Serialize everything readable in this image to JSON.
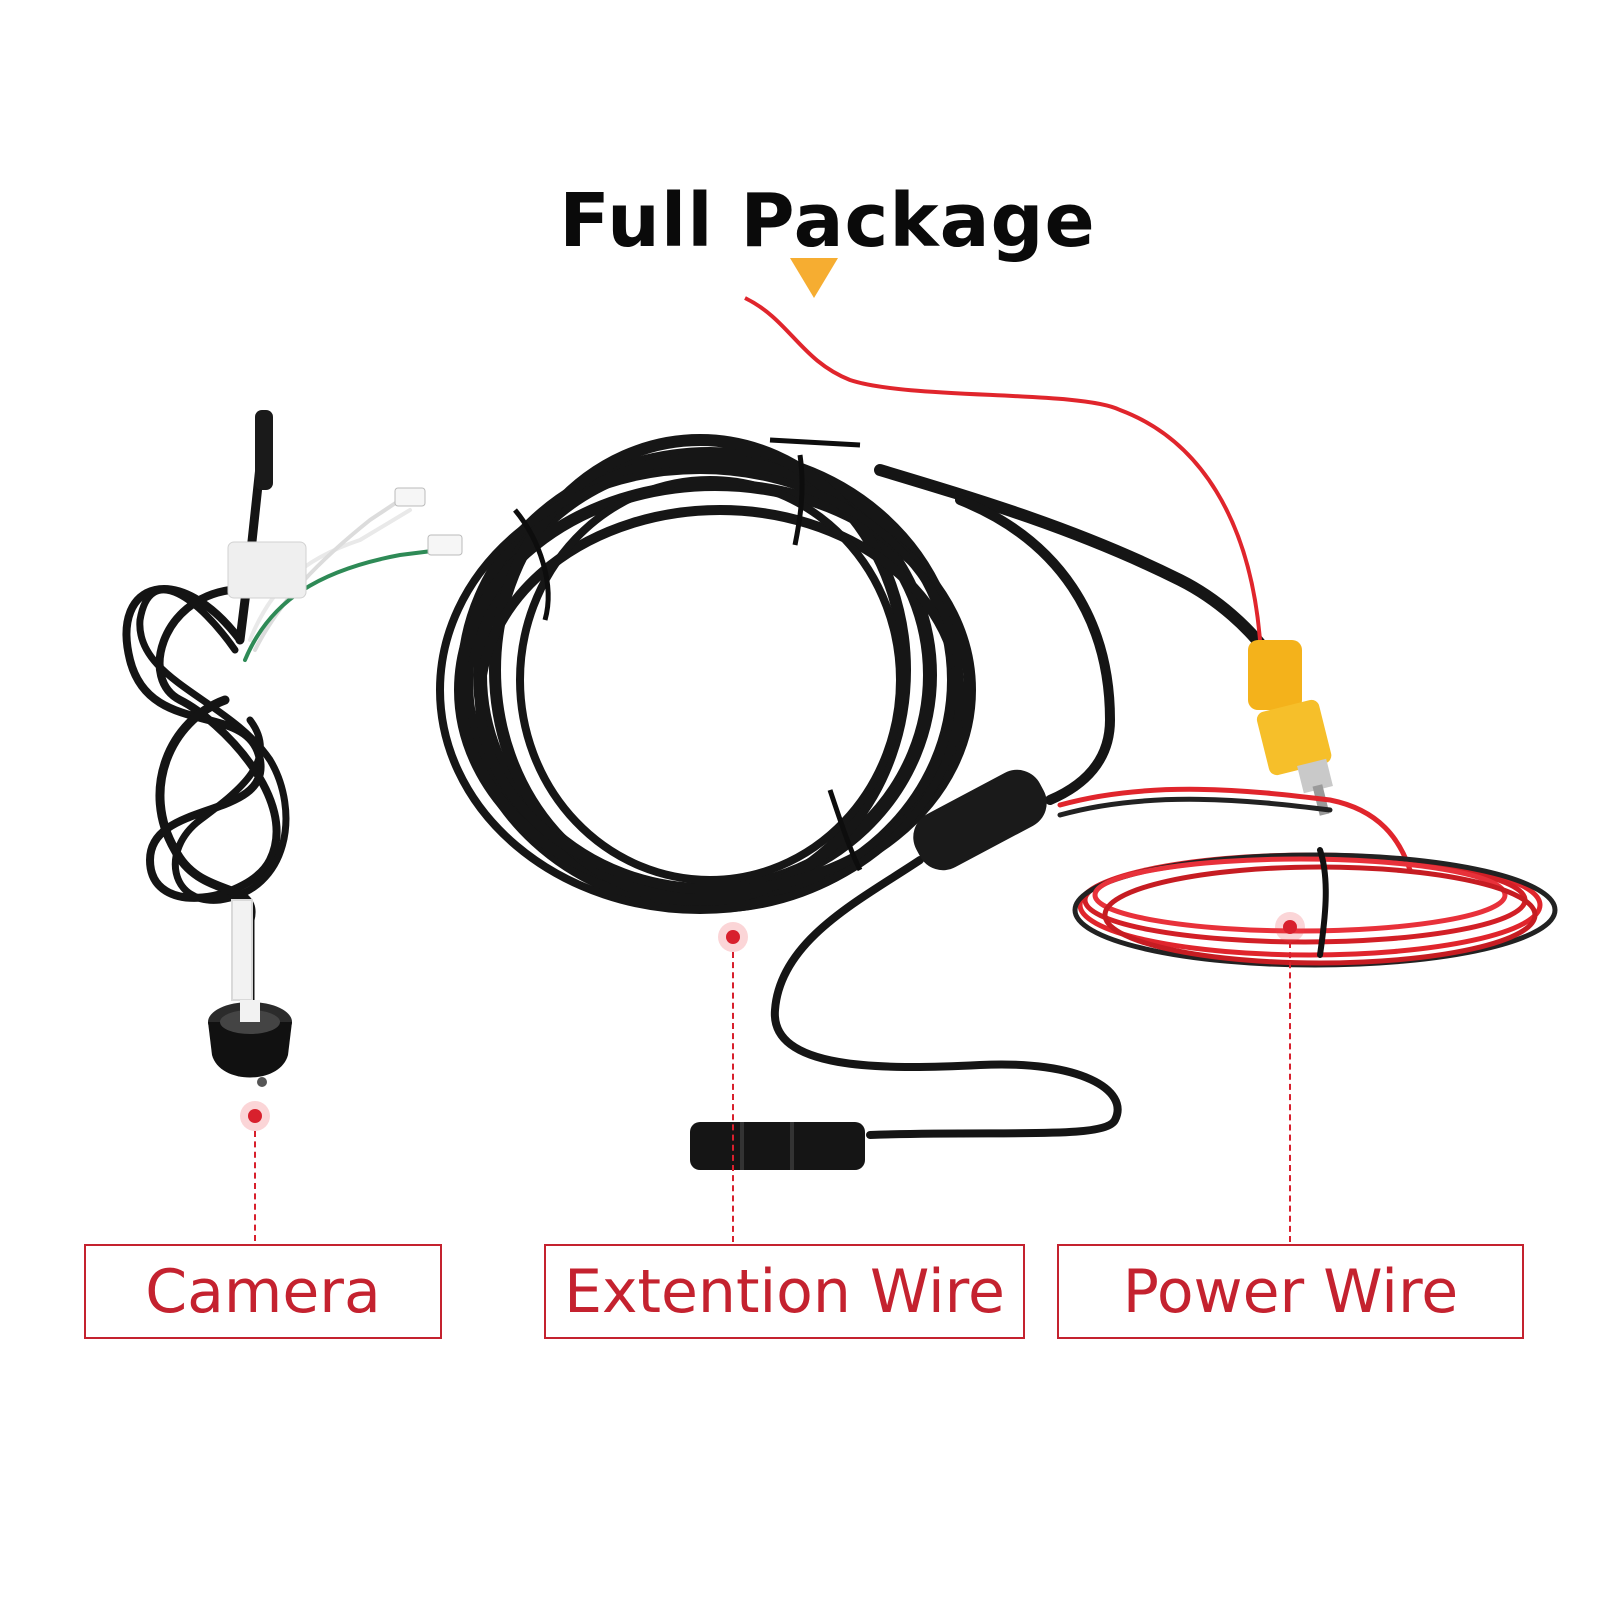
{
  "header": {
    "title": "Full Package"
  },
  "items": [
    {
      "label": "Camera"
    },
    {
      "label": "Extention Wire"
    },
    {
      "label": "Power Wire"
    }
  ],
  "colors": {
    "title": "#0a0a0a",
    "arrow": "#f6ad31",
    "accent_red": "#c4222f",
    "cable_black": "#151515",
    "wire_red": "#e0252c",
    "rca_yellow": "#f4b21b"
  },
  "icons": [
    "down-arrow-icon",
    "marker-dot-icon"
  ]
}
